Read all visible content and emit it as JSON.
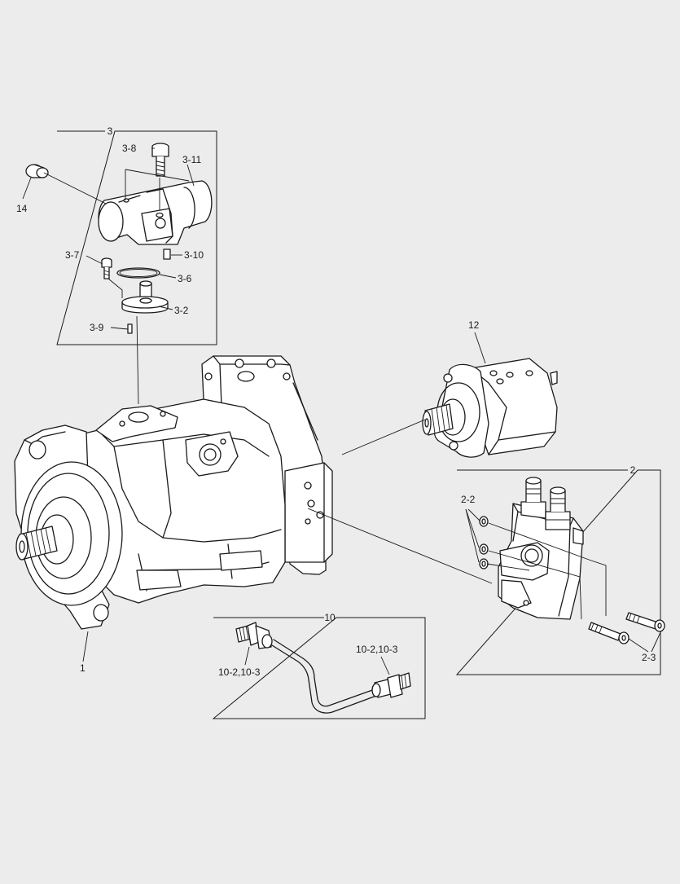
{
  "callouts": {
    "group3": "3",
    "p3_8": "3-8",
    "p3_11": "3-11",
    "p14": "14",
    "p3_10": "3-10",
    "p3_7": "3-7",
    "p3_6": "3-6",
    "p3_2": "3-2",
    "p3_9": "3-9",
    "p12": "12",
    "group2": "2",
    "p2_2": "2-2",
    "p2_3": "2-3",
    "group10": "10",
    "p10_left": "10-2,10-3",
    "p10_right": "10-2,10-3",
    "p1": "1"
  },
  "colors": {
    "background": "#ececec",
    "line": "#1a1a1a",
    "part_fill": "#ffffff"
  }
}
